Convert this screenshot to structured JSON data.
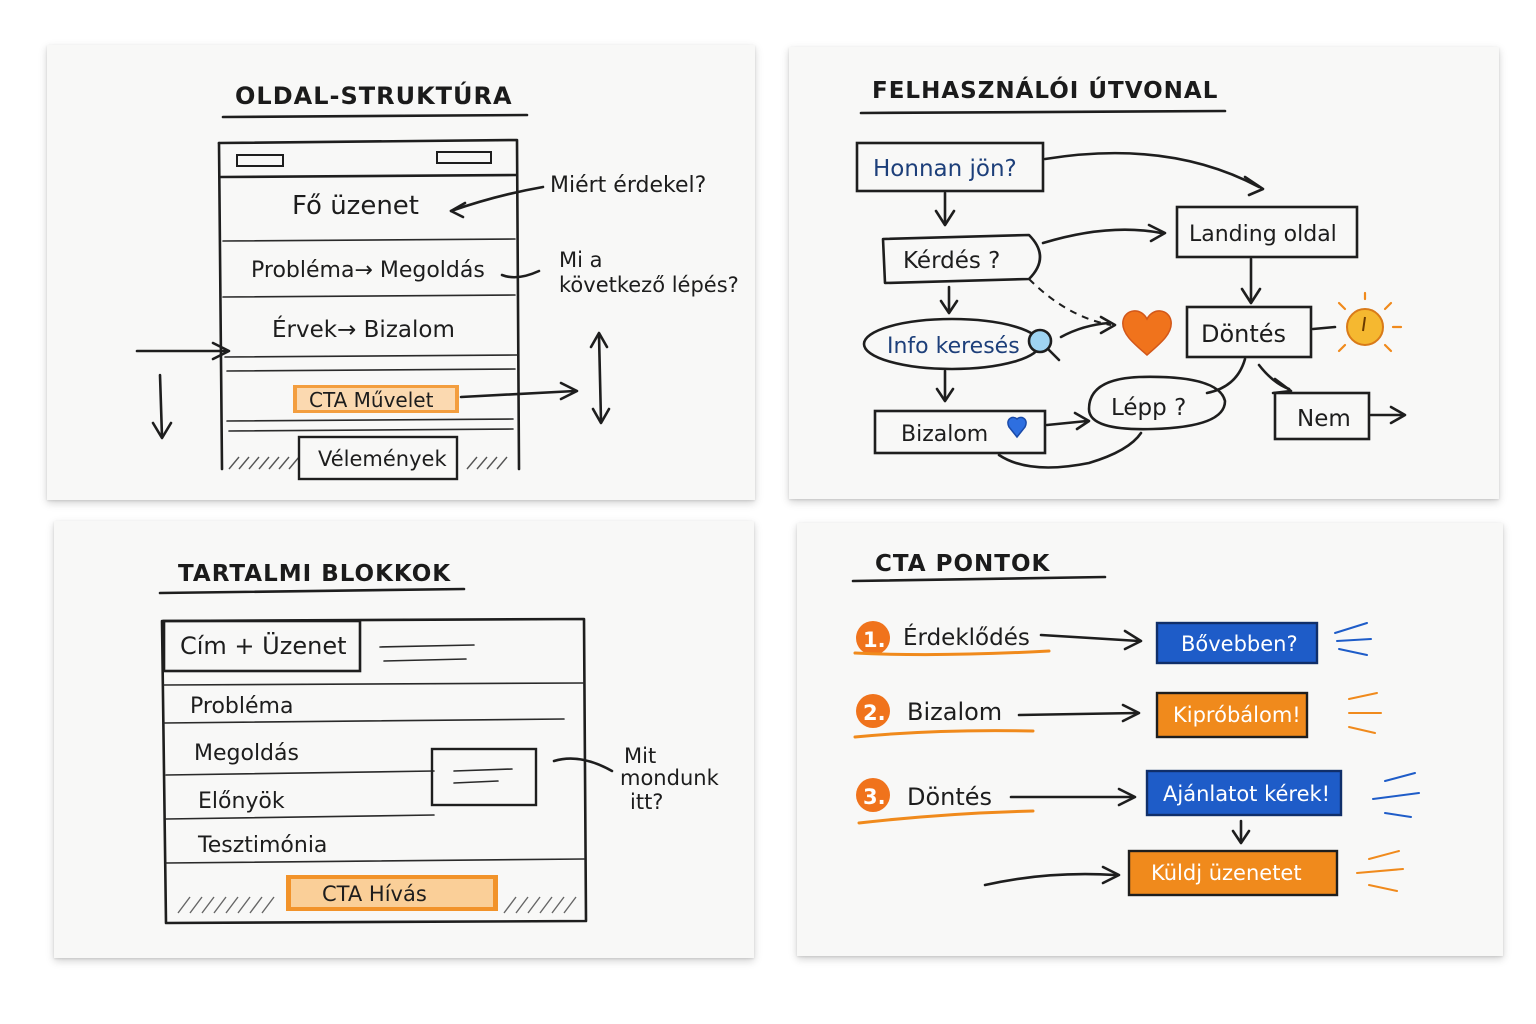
{
  "colors": {
    "orange": "#f08a1c",
    "blue": "#1e5cc8",
    "navy": "#1d3f7a",
    "ink": "#1e1e1e",
    "paper": "#f8f8f7"
  },
  "oldal": {
    "title": "OLDAL-STRUKTÚRA",
    "main_message": "Fő üzenet",
    "why_question": "Miért érdekel?",
    "problem_solution": "Probléma→ Megoldás",
    "next_step_line1": "Mi a",
    "next_step_line2": "következő lépés?",
    "arguments_trust": "Érvek→ Bizalom",
    "cta_action": "CTA Művelet",
    "reviews": "Vélemények"
  },
  "utvonal": {
    "title": "FELHASZNÁLÓI ÚTVONAL",
    "source": "Honnan jön?",
    "landing": "Landing oldal",
    "question": "Kérdés ?",
    "info_search": "Info keresés",
    "decision": "Döntés",
    "steps": "Lépp ?",
    "trust": "Bizalom",
    "no": "Nem",
    "search_icon": "magnifier-icon",
    "heart_icon": "heart-icon",
    "sun_icon": "sun-clock-icon"
  },
  "blokkok": {
    "title": "TARTALMI BLOKKOK",
    "title_message": "Cím + Üzenet",
    "problem": "Probléma",
    "solution": "Megoldás",
    "benefits": "Előnyök",
    "testimonial": "Tesztimónia",
    "cta_call": "CTA Hívás",
    "what_line1": "Mit",
    "what_line2": "mondunk",
    "what_line3": "itt?"
  },
  "cta": {
    "title": "CTA PONTOK",
    "steps": [
      {
        "number": "1.",
        "label": "Érdeklődés",
        "button": "Bővebben?",
        "color": "blue"
      },
      {
        "number": "2.",
        "label": "Bizalom",
        "button": "Kipróbálom!",
        "color": "orange"
      },
      {
        "number": "3.",
        "label": "Döntés",
        "button": "Ajánlatot kérek!",
        "color": "blue"
      }
    ],
    "final_button": "Küldj üzenetet"
  }
}
